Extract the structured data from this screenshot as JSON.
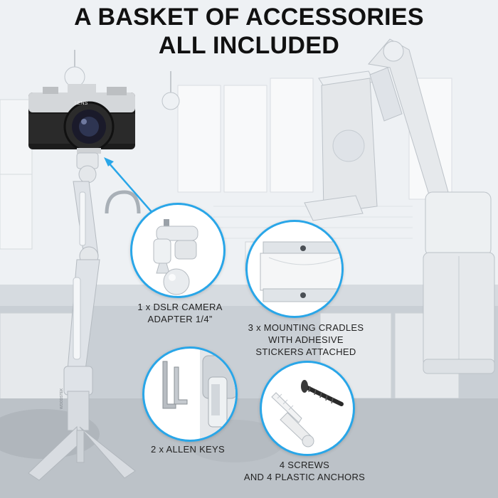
{
  "headline": {
    "line1": "A BASKET OF ACCESSORIES",
    "line2": "ALL INCLUDED"
  },
  "accessories": [
    {
      "line1": "1 x DSLR CAMERA",
      "line2": "ADAPTER 1/4”"
    },
    {
      "line1": "3 x MOUNTING CRADLES",
      "line2": "WITH ADHESIVE",
      "line3": "STICKERS ATTACHED"
    },
    {
      "line1": "2 x ALLEN KEYS"
    },
    {
      "line1": "4 SCREWS",
      "line2": "AND 4 PLASTIC ANCHORS"
    }
  ],
  "camera": {
    "badge": "LENS"
  },
  "stand": {
    "brand_text": "WOODSTEK"
  },
  "colors": {
    "accent": "#29a6e8",
    "headline": "#111111",
    "metal": "#dfe3e8"
  }
}
